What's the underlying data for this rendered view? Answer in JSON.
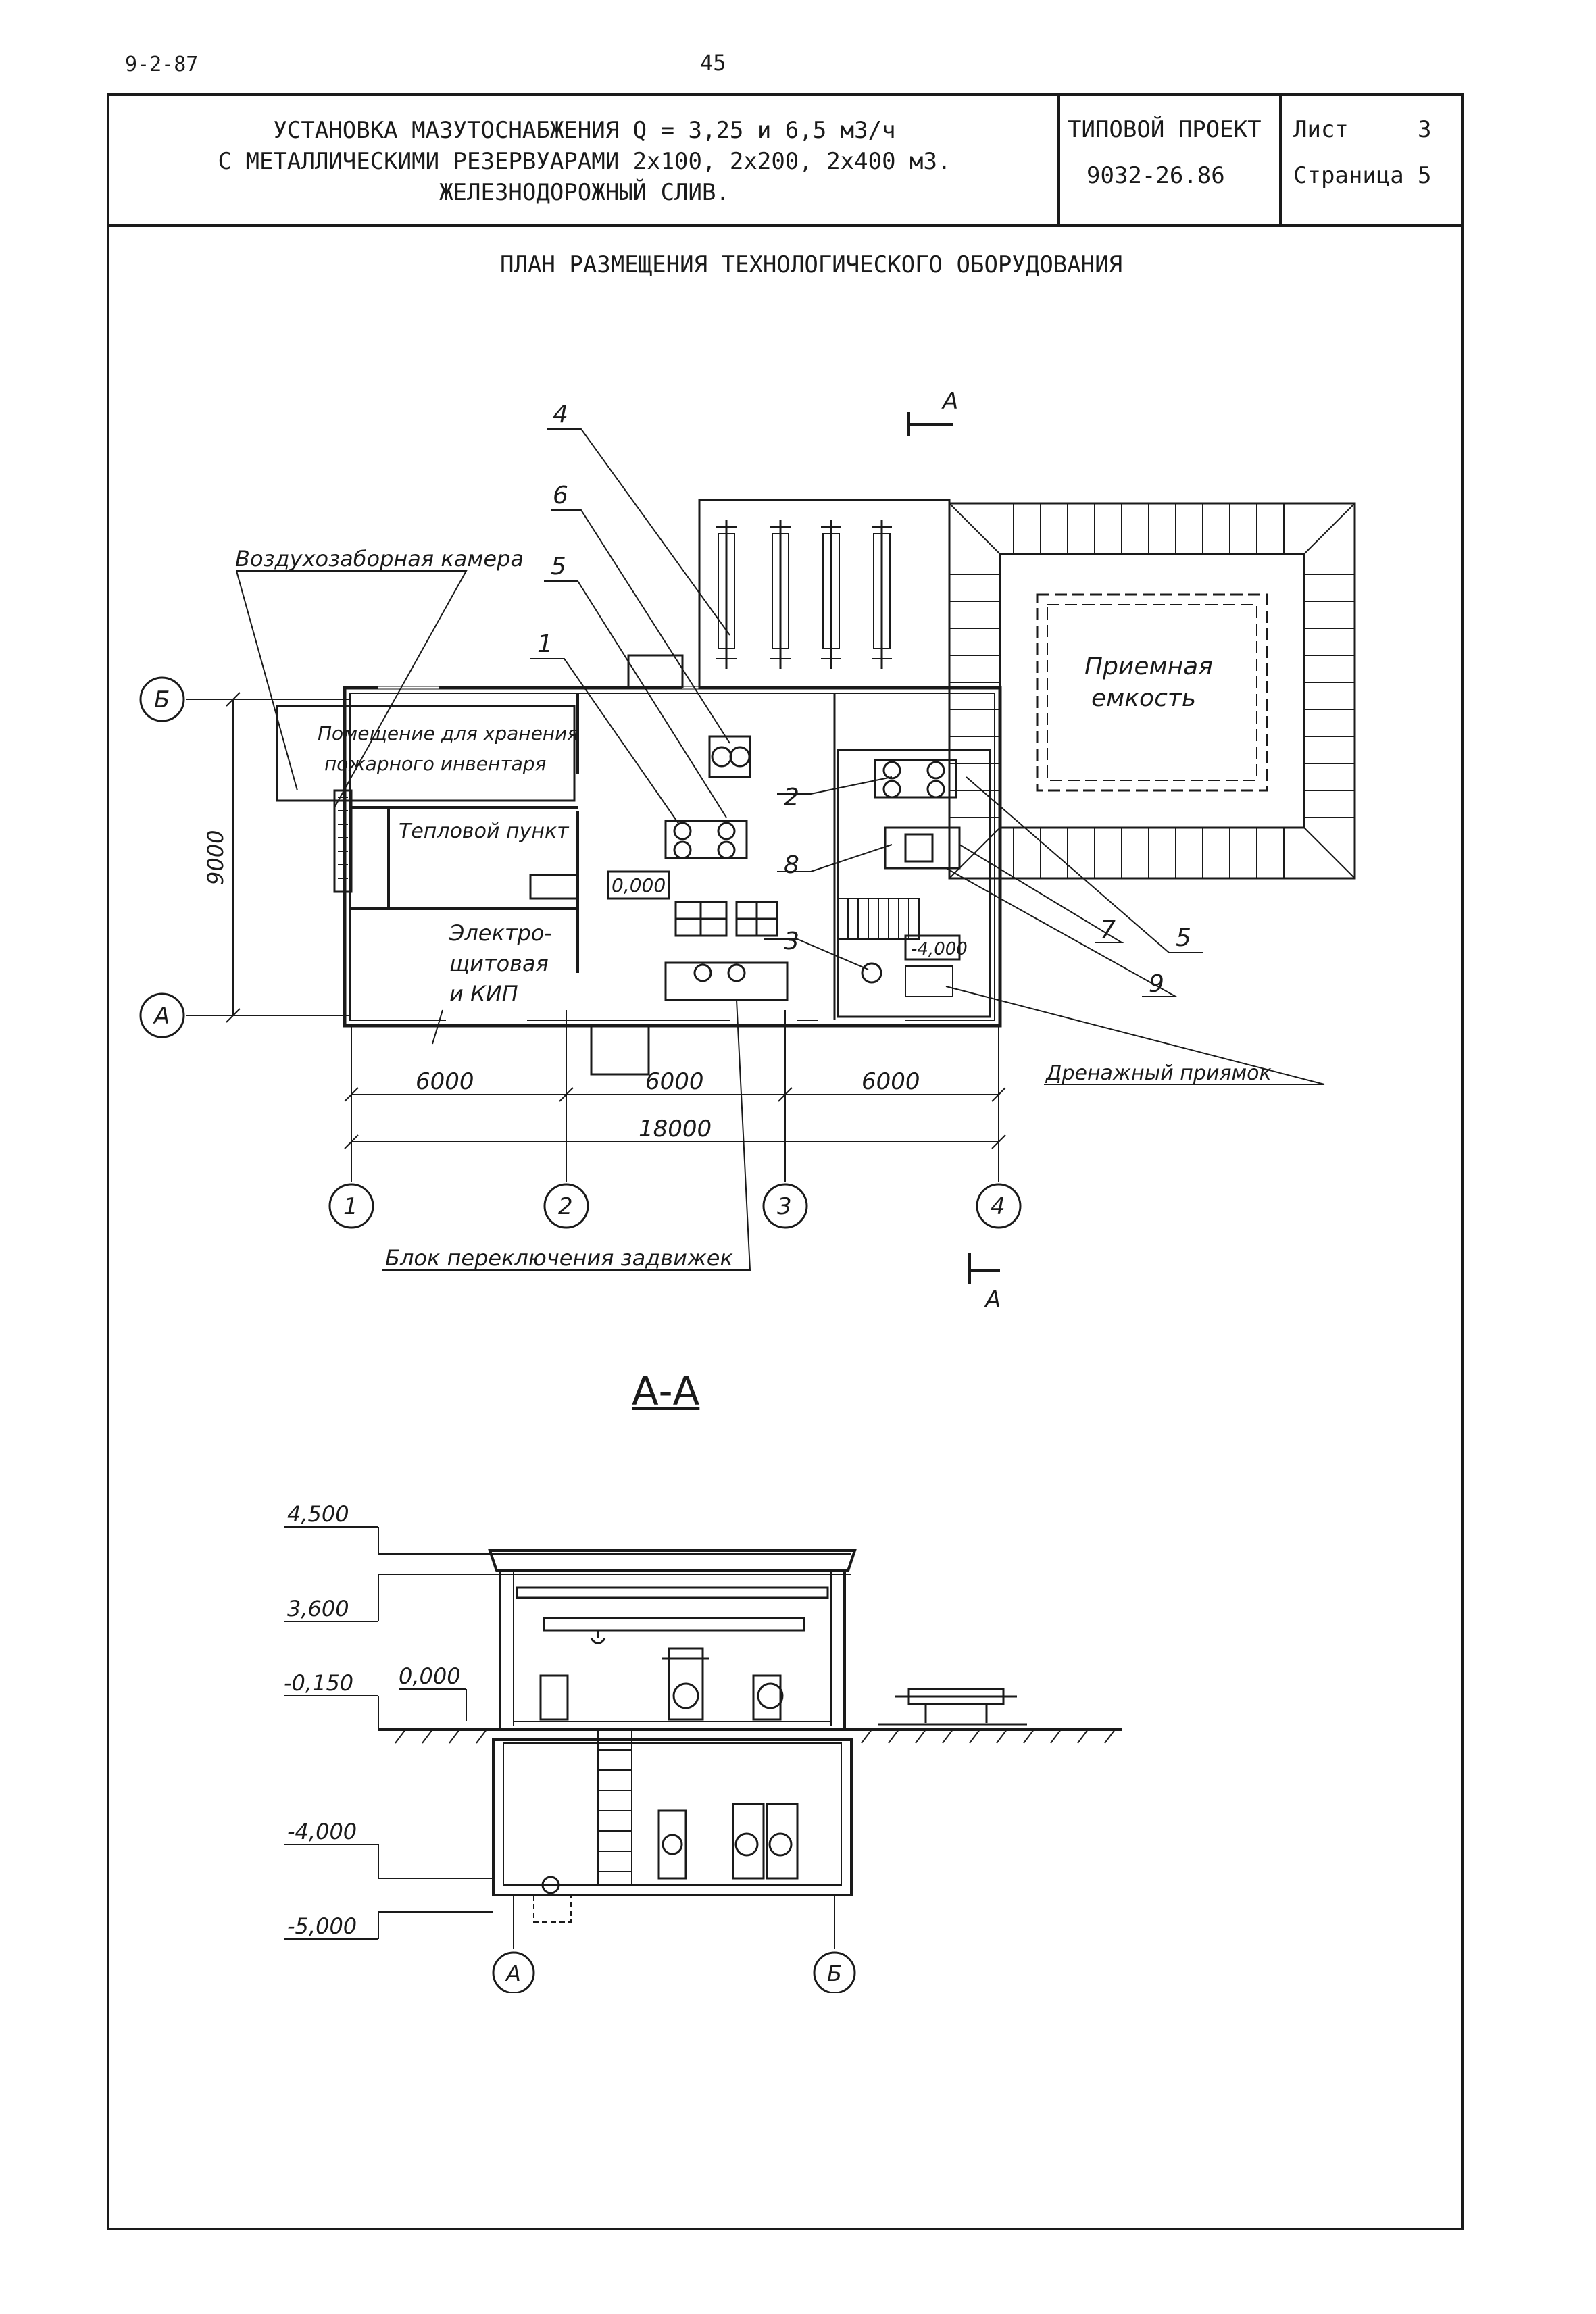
{
  "header": {
    "doc_code": "9-2-87",
    "page_number": "45",
    "title_line1": "УСТАНОВКА МАЗУТОСНАБЖЕНИЯ Q = 3,25 и 6,5 м3/ч",
    "title_line2": "С МЕТАЛЛИЧЕСКИМИ РЕЗЕРВУАРАМИ 2х100, 2х200, 2х400 м3.",
    "title_line3": "ЖЕЛЕЗНОДОРОЖНЫЙ СЛИВ.",
    "project_label": "ТИПОВОЙ ПРОЕКТ",
    "project_number": "9032-26.86",
    "sheet_label": "Лист",
    "sheet_value": "3",
    "page_label": "Страница",
    "page_value": "5"
  },
  "plan": {
    "title": "ПЛАН РАЗМЕЩЕНИЯ ТЕХНОЛОГИЧЕСКОГО ОБОРУДОВАНИЯ",
    "labels": {
      "air_intake": "Воздухозаборная камера",
      "storage_line1": "Помещение для хранения",
      "storage_line2": "пожарного инвентаря",
      "heat_point": "Тепловой пункт",
      "electro_line1": "Электро-",
      "electro_line2": "щитовая",
      "electro_line3": "и КИП",
      "tank_line1": "Приемная",
      "tank_line2": "емкость",
      "drain_pit": "Дренажный приямок",
      "valve_block": "Блок переключения задвижек"
    },
    "section_mark": "А",
    "level_0": "0,000",
    "level_minus4": "-4,000",
    "dim_vertical": "9000",
    "dim_spans": [
      "6000",
      "6000",
      "6000"
    ],
    "dim_total": "18000",
    "axes_vertical": [
      "1",
      "2",
      "3",
      "4"
    ],
    "axes_horizontal": [
      "Б",
      "А"
    ],
    "callouts": [
      "4",
      "6",
      "5",
      "1",
      "2",
      "8",
      "3",
      "7",
      "5",
      "9"
    ]
  },
  "section": {
    "title": "А-А",
    "levels": [
      "4,500",
      "3,600",
      "-0,150",
      "0,000",
      "-4,000",
      "-5,000"
    ],
    "axes": [
      "А",
      "Б"
    ]
  }
}
